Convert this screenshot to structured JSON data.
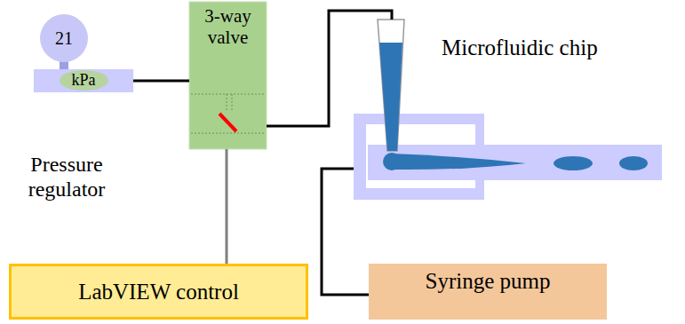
{
  "diagram": {
    "nodes": [
      {
        "text": [
          "21"
        ]
      },
      {
        "text": [
          "kPa",
          "Pressure regulator"
        ]
      },
      {
        "text": [
          "3-way valve"
        ]
      },
      {
        "text": [
          "Microfluidic chip"
        ]
      },
      {
        "text": [
          "LabVIEW control"
        ]
      },
      {
        "text": [
          "Syringe pump"
        ]
      }
    ],
    "edges": [
      {
        "from": 1,
        "to": 2,
        "arrow": "none"
      },
      {
        "from": 2,
        "to": 3,
        "arrow": "none"
      },
      {
        "from": 2,
        "to": 4,
        "arrow": "none"
      },
      {
        "from": 3,
        "to": 5,
        "arrow": "none"
      }
    ]
  }
}
